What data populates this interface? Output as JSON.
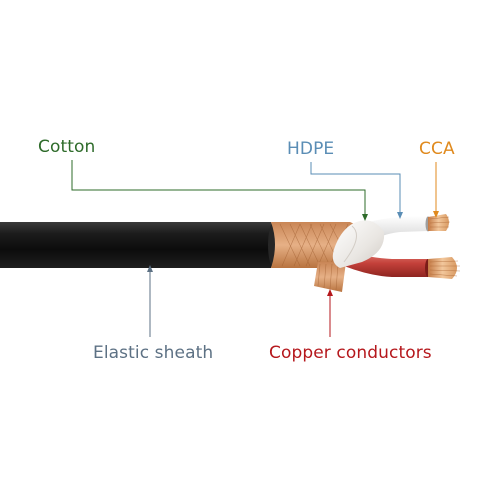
{
  "labels": {
    "cotton": "Cotton",
    "hdpe": "HDPE",
    "cca": "CCA",
    "elastic_sheath": "Elastic sheath",
    "copper_conductors": "Copper conductors"
  },
  "colors": {
    "cotton": "#2e6b2a",
    "hdpe": "#5a8db5",
    "cca": "#e08a1e",
    "elastic_sheath": "#5d7184",
    "copper_conductors": "#b5171c",
    "sheath": "#141414",
    "copper": "#d89a66",
    "red_insulation": "#c4413a"
  }
}
